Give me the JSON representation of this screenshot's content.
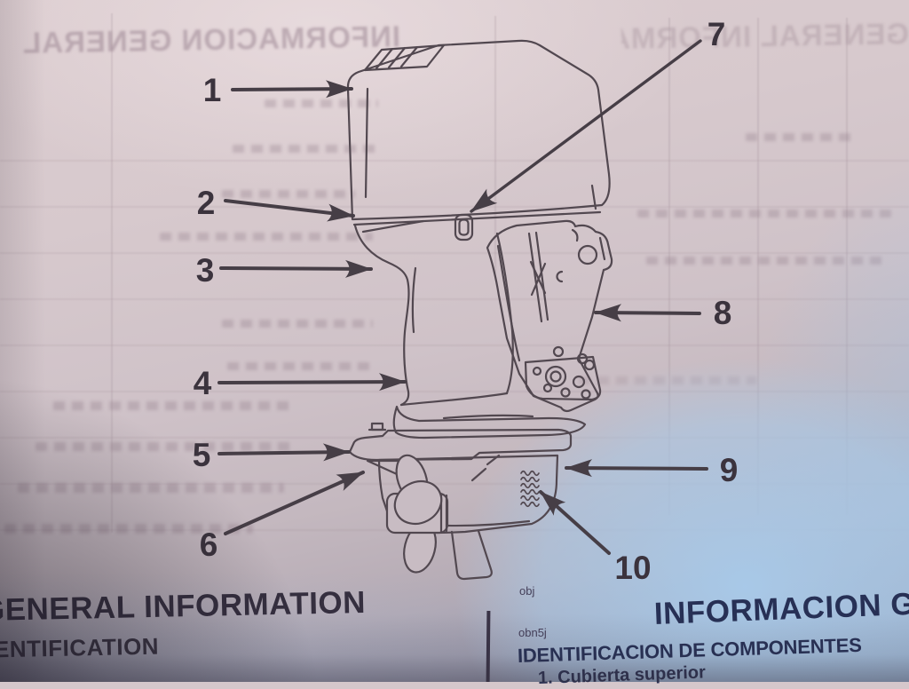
{
  "photo": {
    "ghost_top_left": "INFORMACION GENERAL",
    "ghost_top_right": "GENERAL INFORMATION"
  },
  "diagram": {
    "subject": "outboard-motor-component-identification",
    "callouts": [
      "1",
      "2",
      "3",
      "4",
      "5",
      "6",
      "7",
      "8",
      "9",
      "10"
    ]
  },
  "footer": {
    "english": {
      "heading": "GENERAL INFORMATION",
      "subheading": "IDENTIFICATION"
    },
    "spanish": {
      "fig_code": "obj",
      "heading": "INFORMACION GENERAL",
      "section_code": "obn5j",
      "subheading": "IDENTIFICACION DE COMPONENTES",
      "first_item": "1.   Cubierta superior"
    }
  },
  "colors": {
    "paper": "#d5c7cb",
    "line_ink": "#524850",
    "heading_ink_en": "#352f3f",
    "heading_ink_es": "#273055",
    "blue_cast": "#a8cbeb"
  }
}
